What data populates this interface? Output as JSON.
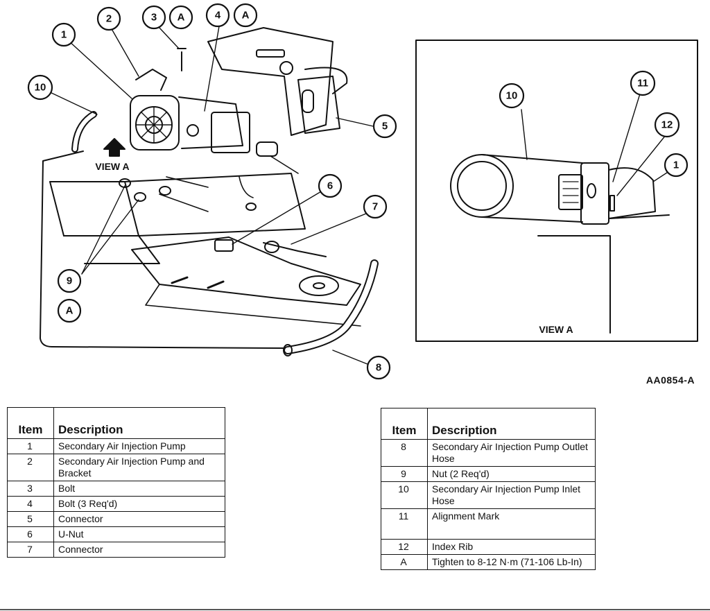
{
  "diagram": {
    "figure_code": "AA0854-A",
    "view_label": "VIEW A",
    "callouts_main": [
      "1",
      "2",
      "3",
      "A",
      "4",
      "A",
      "10",
      "5",
      "6",
      "7",
      "9",
      "A",
      "8"
    ],
    "callouts_view": [
      "10",
      "11",
      "12",
      "1"
    ]
  },
  "legend_left": {
    "headers": {
      "item": "Item",
      "description": "Description"
    },
    "rows": [
      {
        "item": "1",
        "description": "Secondary Air Injection Pump"
      },
      {
        "item": "2",
        "description": "Secondary Air Injection Pump and Bracket"
      },
      {
        "item": "3",
        "description": "Bolt"
      },
      {
        "item": "4",
        "description": "Bolt (3 Req'd)"
      },
      {
        "item": "5",
        "description": "Connector"
      },
      {
        "item": "6",
        "description": "U-Nut"
      },
      {
        "item": "7",
        "description": "Connector"
      }
    ]
  },
  "legend_right": {
    "headers": {
      "item": "Item",
      "description": "Description"
    },
    "rows": [
      {
        "item": "8",
        "description": "Secondary Air Injection Pump Outlet Hose"
      },
      {
        "item": "9",
        "description": "Nut (2 Req'd)"
      },
      {
        "item": "10",
        "description": "Secondary Air Injection Pump Inlet Hose"
      },
      {
        "item": "11",
        "description": "Alignment Mark"
      },
      {
        "item": "12",
        "description": "Index Rib"
      },
      {
        "item": "A",
        "description": "Tighten to 8-12 N·m (71-106 Lb-In)"
      }
    ]
  }
}
